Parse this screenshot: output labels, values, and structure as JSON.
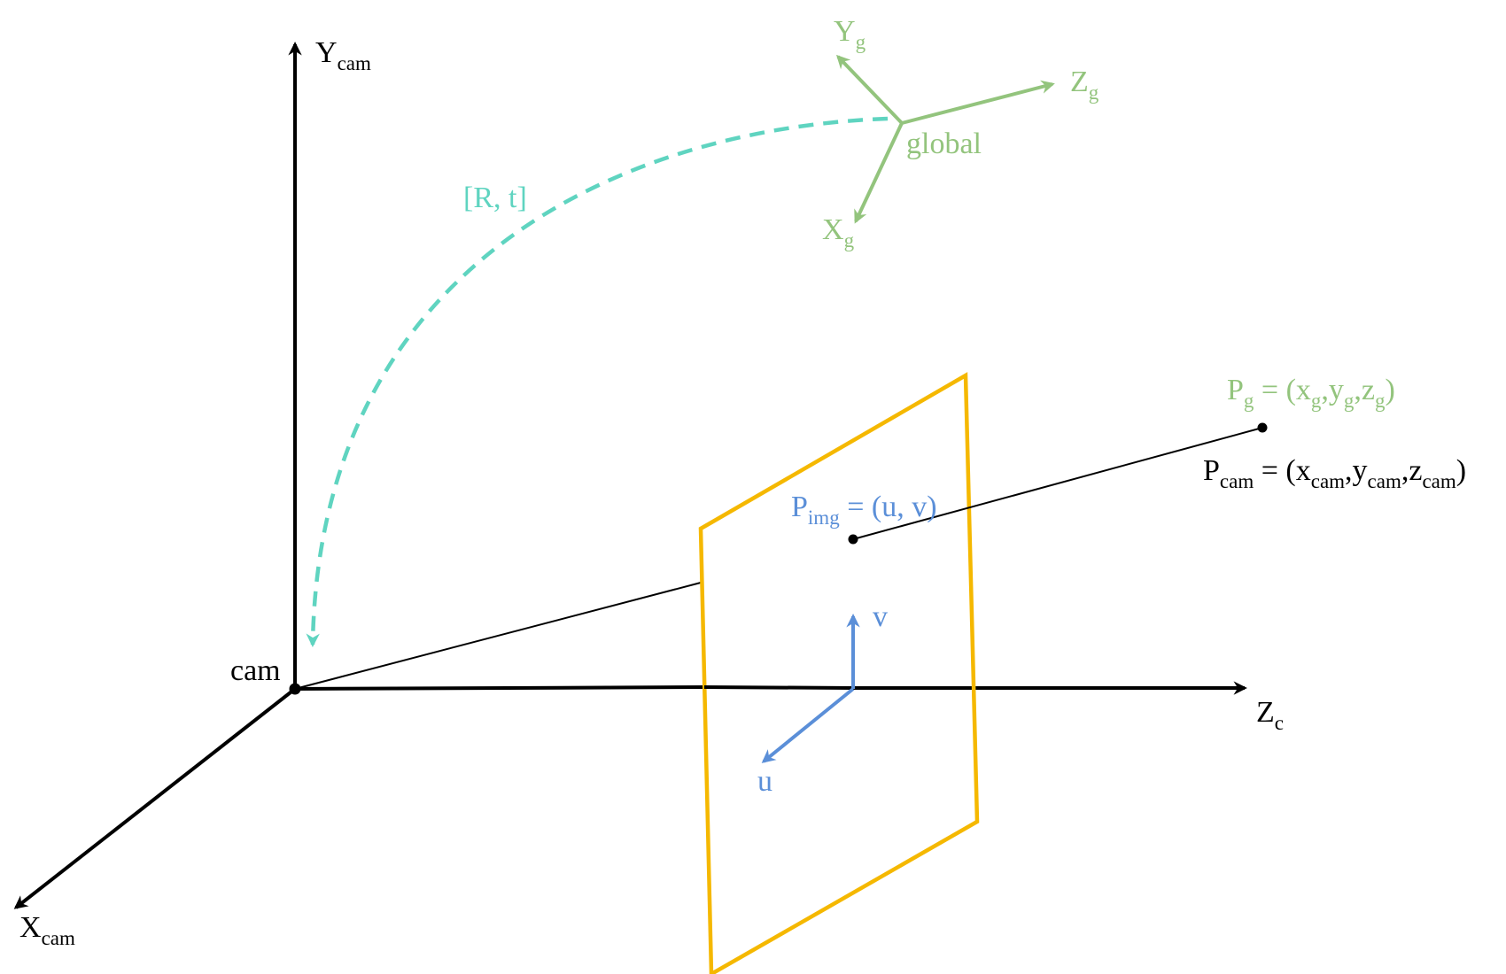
{
  "colors": {
    "camera": "#000000",
    "global": "#93c47d",
    "transform": "#5fd4c0",
    "image": "#5b8fd8",
    "plane": "#f5b800"
  },
  "camera_frame": {
    "origin_label": "cam",
    "y_axis": {
      "main": "Y",
      "sub": "cam"
    },
    "x_axis": {
      "main": "X",
      "sub": "cam"
    },
    "z_axis": {
      "main": "Z",
      "sub": "c"
    }
  },
  "global_frame": {
    "origin_label": "global",
    "y_axis": {
      "main": "Y",
      "sub": "g"
    },
    "z_axis": {
      "main": "Z",
      "sub": "g"
    },
    "x_axis": {
      "main": "X",
      "sub": "g"
    }
  },
  "transform": {
    "label": "[R, t]"
  },
  "image_plane": {
    "u_label": "u",
    "v_label": "v",
    "point": {
      "main": "P",
      "sub": "img",
      "rest": " = (u, v)"
    }
  },
  "world_point": {
    "global": {
      "main": "P",
      "sub": "g",
      "eq": " = (x",
      "s1": "g",
      "c1": ",y",
      "s2": "g",
      "c2": ",z",
      "s3": "g",
      "end": ")"
    },
    "camera": {
      "main": "P",
      "sub": "cam",
      "eq": " = (x",
      "s1": "cam",
      "c1": ",y",
      "s2": "cam",
      "c2": ",z",
      "s3": "cam",
      "end": ")"
    }
  }
}
